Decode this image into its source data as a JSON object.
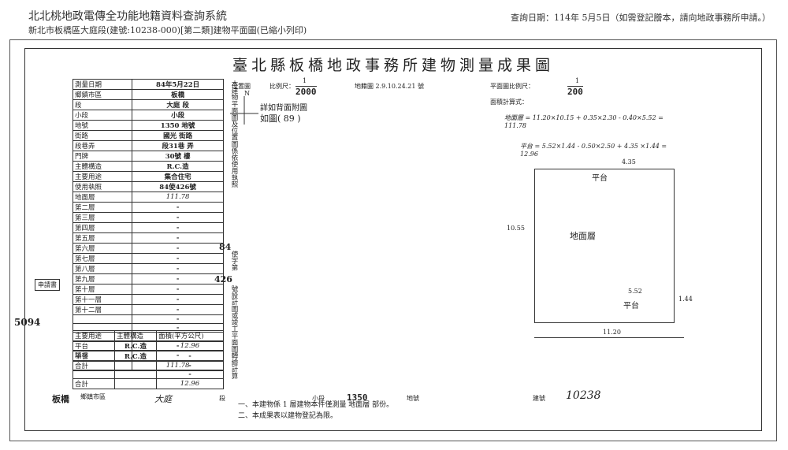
{
  "header": {
    "title": "北北桃地政電傳全功能地籍資料查詢系統",
    "subtitle": "新北市板橋區大庭段(建號:10238-000)[第二類]建物平面圖(已縮小列印)",
    "query_date": "查詢日期：114年 5月5日（如需登記謄本，請向地政事務所申請。）"
  },
  "doc": {
    "title": "臺北縣板橋地政事務所建物測量成果圖",
    "location_map_label": "位置圖",
    "scale_label": "比例尺：",
    "scale_num": "1",
    "scale_den": "2000",
    "map_ref": "地籍圖 2.9.10.24.21 號",
    "north": "N",
    "detail_note": "詳如背面附圖",
    "detail_note2": "如圖( 89 )",
    "plan_scale_label": "平面圖比例尺：",
    "plan_scale_num": "1",
    "plan_scale_den": "200",
    "area_calc_label": "面積計算式：",
    "calc1": "地面層 = 11.20×10.15 + 0.35×2.30 - 0.40×5.52 = 111.78",
    "calc2": "平台 = 5.52×1.44 - 0.50×2.50 + 4.35 ×1.44 = 12.96",
    "dim_top": "4.35",
    "dim_left": "10.55",
    "dim_bottom": "11.20",
    "dim_552": "5.52",
    "dim_144": "1.44",
    "plan_label_main": "地面層",
    "plan_label_top": "平台",
    "plan_label_bottom": "平台",
    "vertical_note": "本建物平面圖及位置圖係依使用執照",
    "vertical_num": "84",
    "vertical_code": "使字第",
    "vertical_num2": "426",
    "vertical_note2": "號設計圖或竣工平面圖轉繪計算",
    "note1": "一、本建物係 1 層建物本件僅測量 地面層 部份。",
    "note2": "二、本成果表以建物登記為限。",
    "footer_city": "板橋",
    "footer_city_label": "鄉鎮市區",
    "footer_sec": "大庭",
    "footer_sec_label": "段",
    "footer_sub_label": "小段",
    "footer_lot": "1350",
    "footer_lot_label": "地號",
    "footer_bldg_label": "建號",
    "footer_bldg": "10238",
    "side_stamp": "5094",
    "left_stamp": "申請書"
  },
  "table": {
    "rows": [
      [
        "測量日期",
        "84年5月22日"
      ],
      [
        "鄉鎮市區",
        "板橋"
      ],
      [
        "段",
        "大庭 段"
      ],
      [
        "小段",
        "小段"
      ],
      [
        "地號",
        "1350 地號"
      ],
      [
        "街路",
        "國光 街路"
      ],
      [
        "段巷弄",
        "段31巷 弄"
      ],
      [
        "門牌",
        "30號 樓"
      ],
      [
        "主體構造",
        "R.C.造"
      ],
      [
        "主要用途",
        "集合住宅"
      ],
      [
        "使用執照",
        "84使426號"
      ],
      [
        "地面層",
        "111.78"
      ],
      [
        "第二層",
        "-"
      ],
      [
        "第三層",
        "-"
      ],
      [
        "第四層",
        "-"
      ],
      [
        "第五層",
        "-"
      ],
      [
        "第六層",
        "-"
      ],
      [
        "第七層",
        "-"
      ],
      [
        "第八層",
        "-"
      ],
      [
        "第九層",
        "-"
      ],
      [
        "第十層",
        "-"
      ],
      [
        "第十一層",
        "-"
      ],
      [
        "第十二層",
        "-"
      ],
      [
        "",
        "-"
      ],
      [
        "",
        "-"
      ],
      [
        "",
        "-"
      ],
      [
        "",
        "-"
      ],
      [
        "騎樓",
        "-"
      ],
      [
        "合計",
        "111.78"
      ]
    ],
    "annex_header": [
      "主要用途",
      "主體構造",
      "面積(平方公尺)"
    ],
    "annex_rows": [
      [
        "平台",
        "R.C.造",
        "12.96"
      ],
      [
        "平台",
        "R.C.造",
        "-"
      ],
      [
        "",
        "",
        "-"
      ],
      [
        "",
        "",
        "-"
      ],
      [
        "合計",
        "",
        "12.96"
      ]
    ]
  }
}
